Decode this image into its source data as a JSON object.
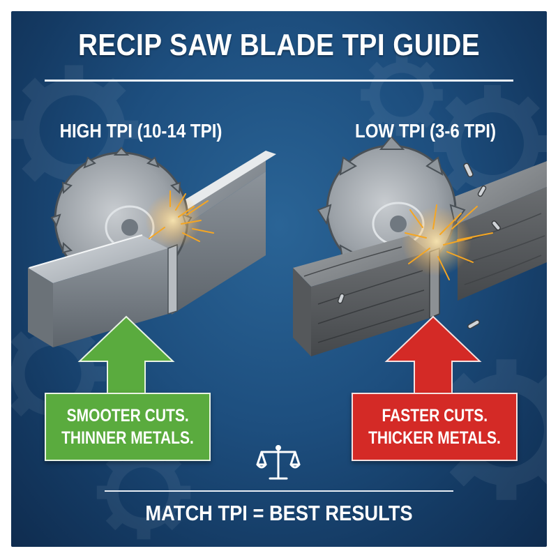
{
  "title": "RECIP SAW BLADE TPI GUIDE",
  "panels": {
    "high": {
      "heading": "HIGH TPI (10-14 TPI)",
      "benefit_line1": "SMOOTER CUTS.",
      "benefit_line2": "THINNER METALS.",
      "arrow_color": "#5aab3e"
    },
    "low": {
      "heading": "LOW TPI (3-6 TPI)",
      "benefit_line1": "FASTER CUTS.",
      "benefit_line2": "THICKER METALS.",
      "arrow_color": "#d42a26"
    }
  },
  "footer": "MATCH TPI = BEST RESULTS",
  "icons": {
    "balance": "balance-scale-icon",
    "background": "gear-icon"
  },
  "colors": {
    "background": "#1d4e7e",
    "high_tpi_accent": "#5aab3e",
    "low_tpi_accent": "#d42a26",
    "sparks": "#f5a623"
  }
}
